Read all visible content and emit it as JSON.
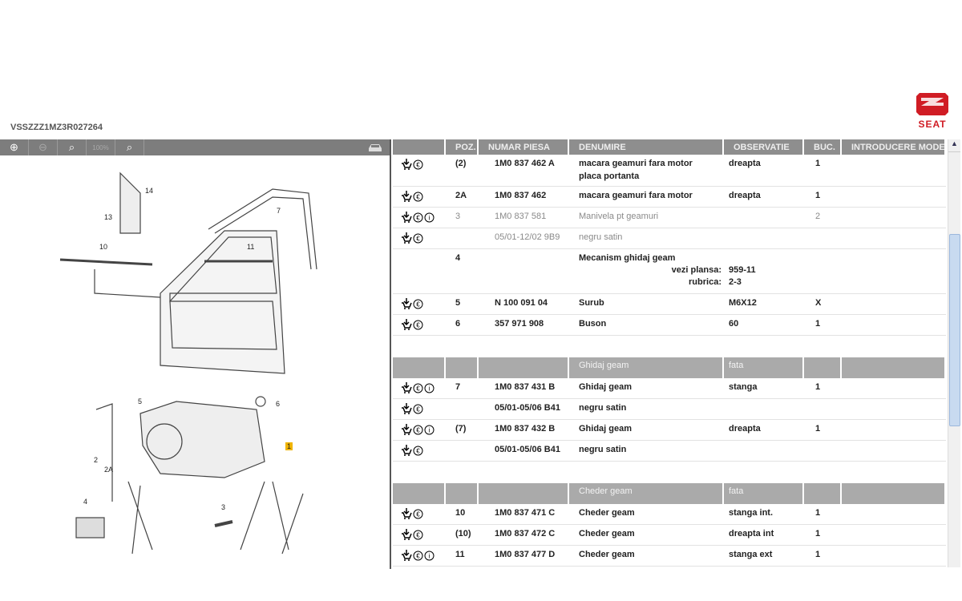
{
  "vin": "VSSZZZ1MZ3R027264",
  "logo_text": "SEAT",
  "toolbar": {
    "zoom_in": "⊕",
    "zoom_out": "⊖",
    "zoom_area": "⌕",
    "zoom_100": "100%",
    "search": "⌕"
  },
  "diagram": {
    "callouts": [
      "14",
      "13",
      "7",
      "10",
      "11",
      "5",
      "6",
      "1",
      "2",
      "2A",
      "4",
      "3"
    ]
  },
  "table": {
    "headers": [
      "",
      "POZ.",
      "NUMAR PIESA",
      "DENUMIRE",
      "OBSERVATIE",
      "BUC.",
      "INTRODUCERE MODEL"
    ],
    "rows": [
      {
        "type": "item",
        "icons": [
          "cart",
          "euro"
        ],
        "poz": "(2)",
        "nr": "1M0 837 462 A",
        "den": "macara geamuri fara motor",
        "den2": "placa portanta",
        "obs": "dreapta",
        "buc": "1"
      },
      {
        "type": "item",
        "icons": [
          "cart",
          "euro"
        ],
        "poz": "2A",
        "nr": "1M0 837 462",
        "den": "macara geamuri fara motor",
        "obs": "dreapta",
        "buc": "1"
      },
      {
        "type": "gray",
        "icons": [
          "cart",
          "euro",
          "info"
        ],
        "poz": "3",
        "nr": "1M0 837 581",
        "den": "Manivela pt geamuri",
        "obs": "",
        "buc": "2"
      },
      {
        "type": "gray",
        "icons": [
          "cart",
          "euro"
        ],
        "poz": "",
        "nr": "05/01-12/02 9B9",
        "den": "negru satin",
        "obs": "",
        "buc": ""
      },
      {
        "type": "ref",
        "icons": [],
        "poz": "4",
        "nr": "",
        "den": "Mecanism ghidaj geam",
        "ref": [
          {
            "label": "vezi plansa:",
            "value": "959-11"
          },
          {
            "label": "rubrica:",
            "value": "2-3"
          }
        ],
        "obs": "",
        "buc": ""
      },
      {
        "type": "item",
        "icons": [
          "cart",
          "euro"
        ],
        "poz": "5",
        "nr": "N  100 091 04",
        "den": "Surub",
        "obs": "M6X12",
        "buc": "X"
      },
      {
        "type": "item",
        "icons": [
          "cart",
          "euro"
        ],
        "poz": "6",
        "nr": "357 971 908",
        "den": "Buson",
        "obs": "60",
        "buc": "1"
      },
      {
        "type": "blank"
      },
      {
        "type": "sec",
        "den": "Ghidaj geam",
        "obs": "fata"
      },
      {
        "type": "item",
        "icons": [
          "cart",
          "euro",
          "info"
        ],
        "poz": "7",
        "nr": "1M0 837 431 B",
        "den": "Ghidaj geam",
        "obs": "stanga",
        "buc": "1"
      },
      {
        "type": "item",
        "icons": [
          "cart",
          "euro"
        ],
        "poz": "",
        "nr": "05/01-05/06 B41",
        "den": "negru satin",
        "obs": "",
        "buc": ""
      },
      {
        "type": "item",
        "icons": [
          "cart",
          "euro",
          "info"
        ],
        "poz": "(7)",
        "nr": "1M0 837 432 B",
        "den": "Ghidaj geam",
        "obs": "dreapta",
        "buc": "1"
      },
      {
        "type": "item",
        "icons": [
          "cart",
          "euro"
        ],
        "poz": "",
        "nr": "05/01-05/06 B41",
        "den": "negru satin",
        "obs": "",
        "buc": ""
      },
      {
        "type": "blank"
      },
      {
        "type": "sec",
        "den": "Cheder geam",
        "obs": "fata"
      },
      {
        "type": "item",
        "icons": [
          "cart",
          "euro"
        ],
        "poz": "10",
        "nr": "1M0 837 471 C",
        "den": "Cheder geam",
        "obs": "stanga int.",
        "buc": "1"
      },
      {
        "type": "item",
        "icons": [
          "cart",
          "euro"
        ],
        "poz": "(10)",
        "nr": "1M0 837 472 C",
        "den": "Cheder geam",
        "obs": "dreapta int",
        "buc": "1"
      },
      {
        "type": "item",
        "icons": [
          "cart",
          "euro",
          "info"
        ],
        "poz": "11",
        "nr": "1M0 837 477 D",
        "den": "Cheder geam",
        "obs": "stanga ext",
        "buc": "1"
      }
    ]
  },
  "colors": {
    "header": "#8e8e8e",
    "section": "#aaaaaa",
    "brand": "#d01c24"
  }
}
